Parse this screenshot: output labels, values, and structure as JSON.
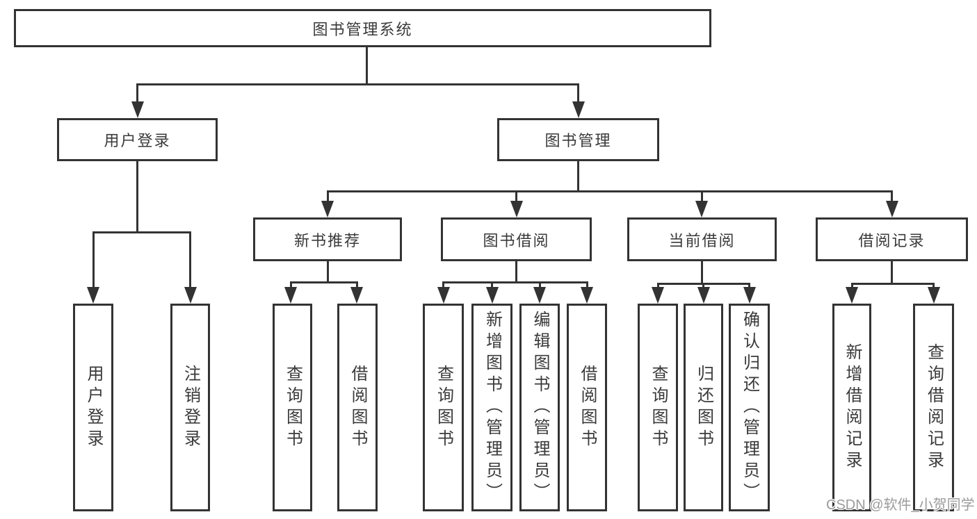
{
  "diagram": {
    "root": "图书管理系统",
    "user_login": "用户登录",
    "book_management": "图书管理",
    "new_book_recommend": "新书推荐",
    "book_borrow": "图书借阅",
    "current_borrow": "当前借阅",
    "borrow_records": "借阅记录",
    "leaves": {
      "a1": "用户登录",
      "a2": "注销登录",
      "b1": "查询图书",
      "b2": "借阅图书",
      "c1": "查询图书",
      "c2": "新增图书（管理员）",
      "c3": "编辑图书（管理员）",
      "c4": "借阅图书",
      "d1": "查询图书",
      "d2": "归还图书",
      "d3": "确认归还（管理员）",
      "e1": "新增借阅记录",
      "e2": "查询借阅记录"
    }
  },
  "watermark": "CSDN @软件_小贺同学",
  "colors": {
    "line": "#333333",
    "text": "#3a3a3a",
    "watermark": "#9b9b9b",
    "background": "#ffffff"
  }
}
